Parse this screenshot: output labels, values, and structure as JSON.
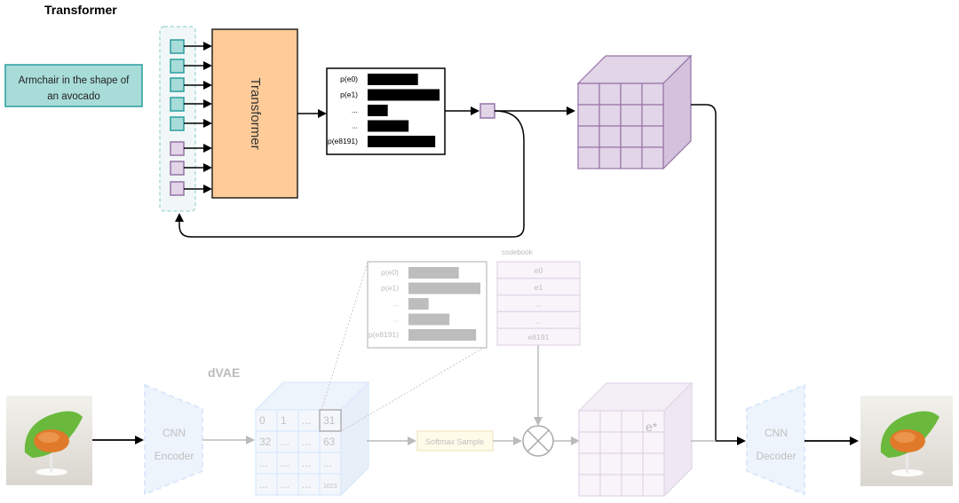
{
  "transformer_section": {
    "heading": "Transformer",
    "prompt_text_line1": "Armchair in the shape of",
    "prompt_text_line2": "an avocado",
    "transformer_label": "Transformer",
    "prob_labels": [
      "p(e0)",
      "p(e1)",
      "...",
      "...",
      "p(e8191)"
    ],
    "prob_values": [
      0.7,
      1.0,
      0.28,
      0.57,
      0.94
    ]
  },
  "dvae_section": {
    "heading": "dVAE",
    "encoder_line1": "CNN",
    "encoder_line2": "Encoder",
    "decoder_line1": "CNN",
    "decoder_line2": "Decoder",
    "grid_cells": [
      [
        "0",
        "1",
        "...",
        "31"
      ],
      [
        "32",
        "...",
        "...",
        "63"
      ],
      [
        "...",
        "...",
        "...",
        "..."
      ],
      [
        "...",
        "...",
        "...",
        "1023"
      ]
    ],
    "prob_labels": [
      "p(e0)",
      "p(e1)",
      "...",
      "...",
      "p(e8191)"
    ],
    "prob_values": [
      0.7,
      1.0,
      0.28,
      0.57,
      0.94
    ],
    "codebook_title": "codebook",
    "codebook_entries": [
      "e0",
      "e1",
      "...",
      "...",
      "e8191"
    ],
    "softmax_label": "Softmax Sample",
    "estar_label": "e*"
  },
  "colors": {
    "teal_fill": "#a8dcd9",
    "teal_stroke": "#2a9d9d",
    "purple_fill": "#e1d5e7",
    "purple_stroke": "#9673a6",
    "orange_fill": "#ffcc99",
    "orange_stroke": "#222222",
    "faded_gray": "#bbbbbb",
    "faded_blue": "#dae8fc"
  }
}
